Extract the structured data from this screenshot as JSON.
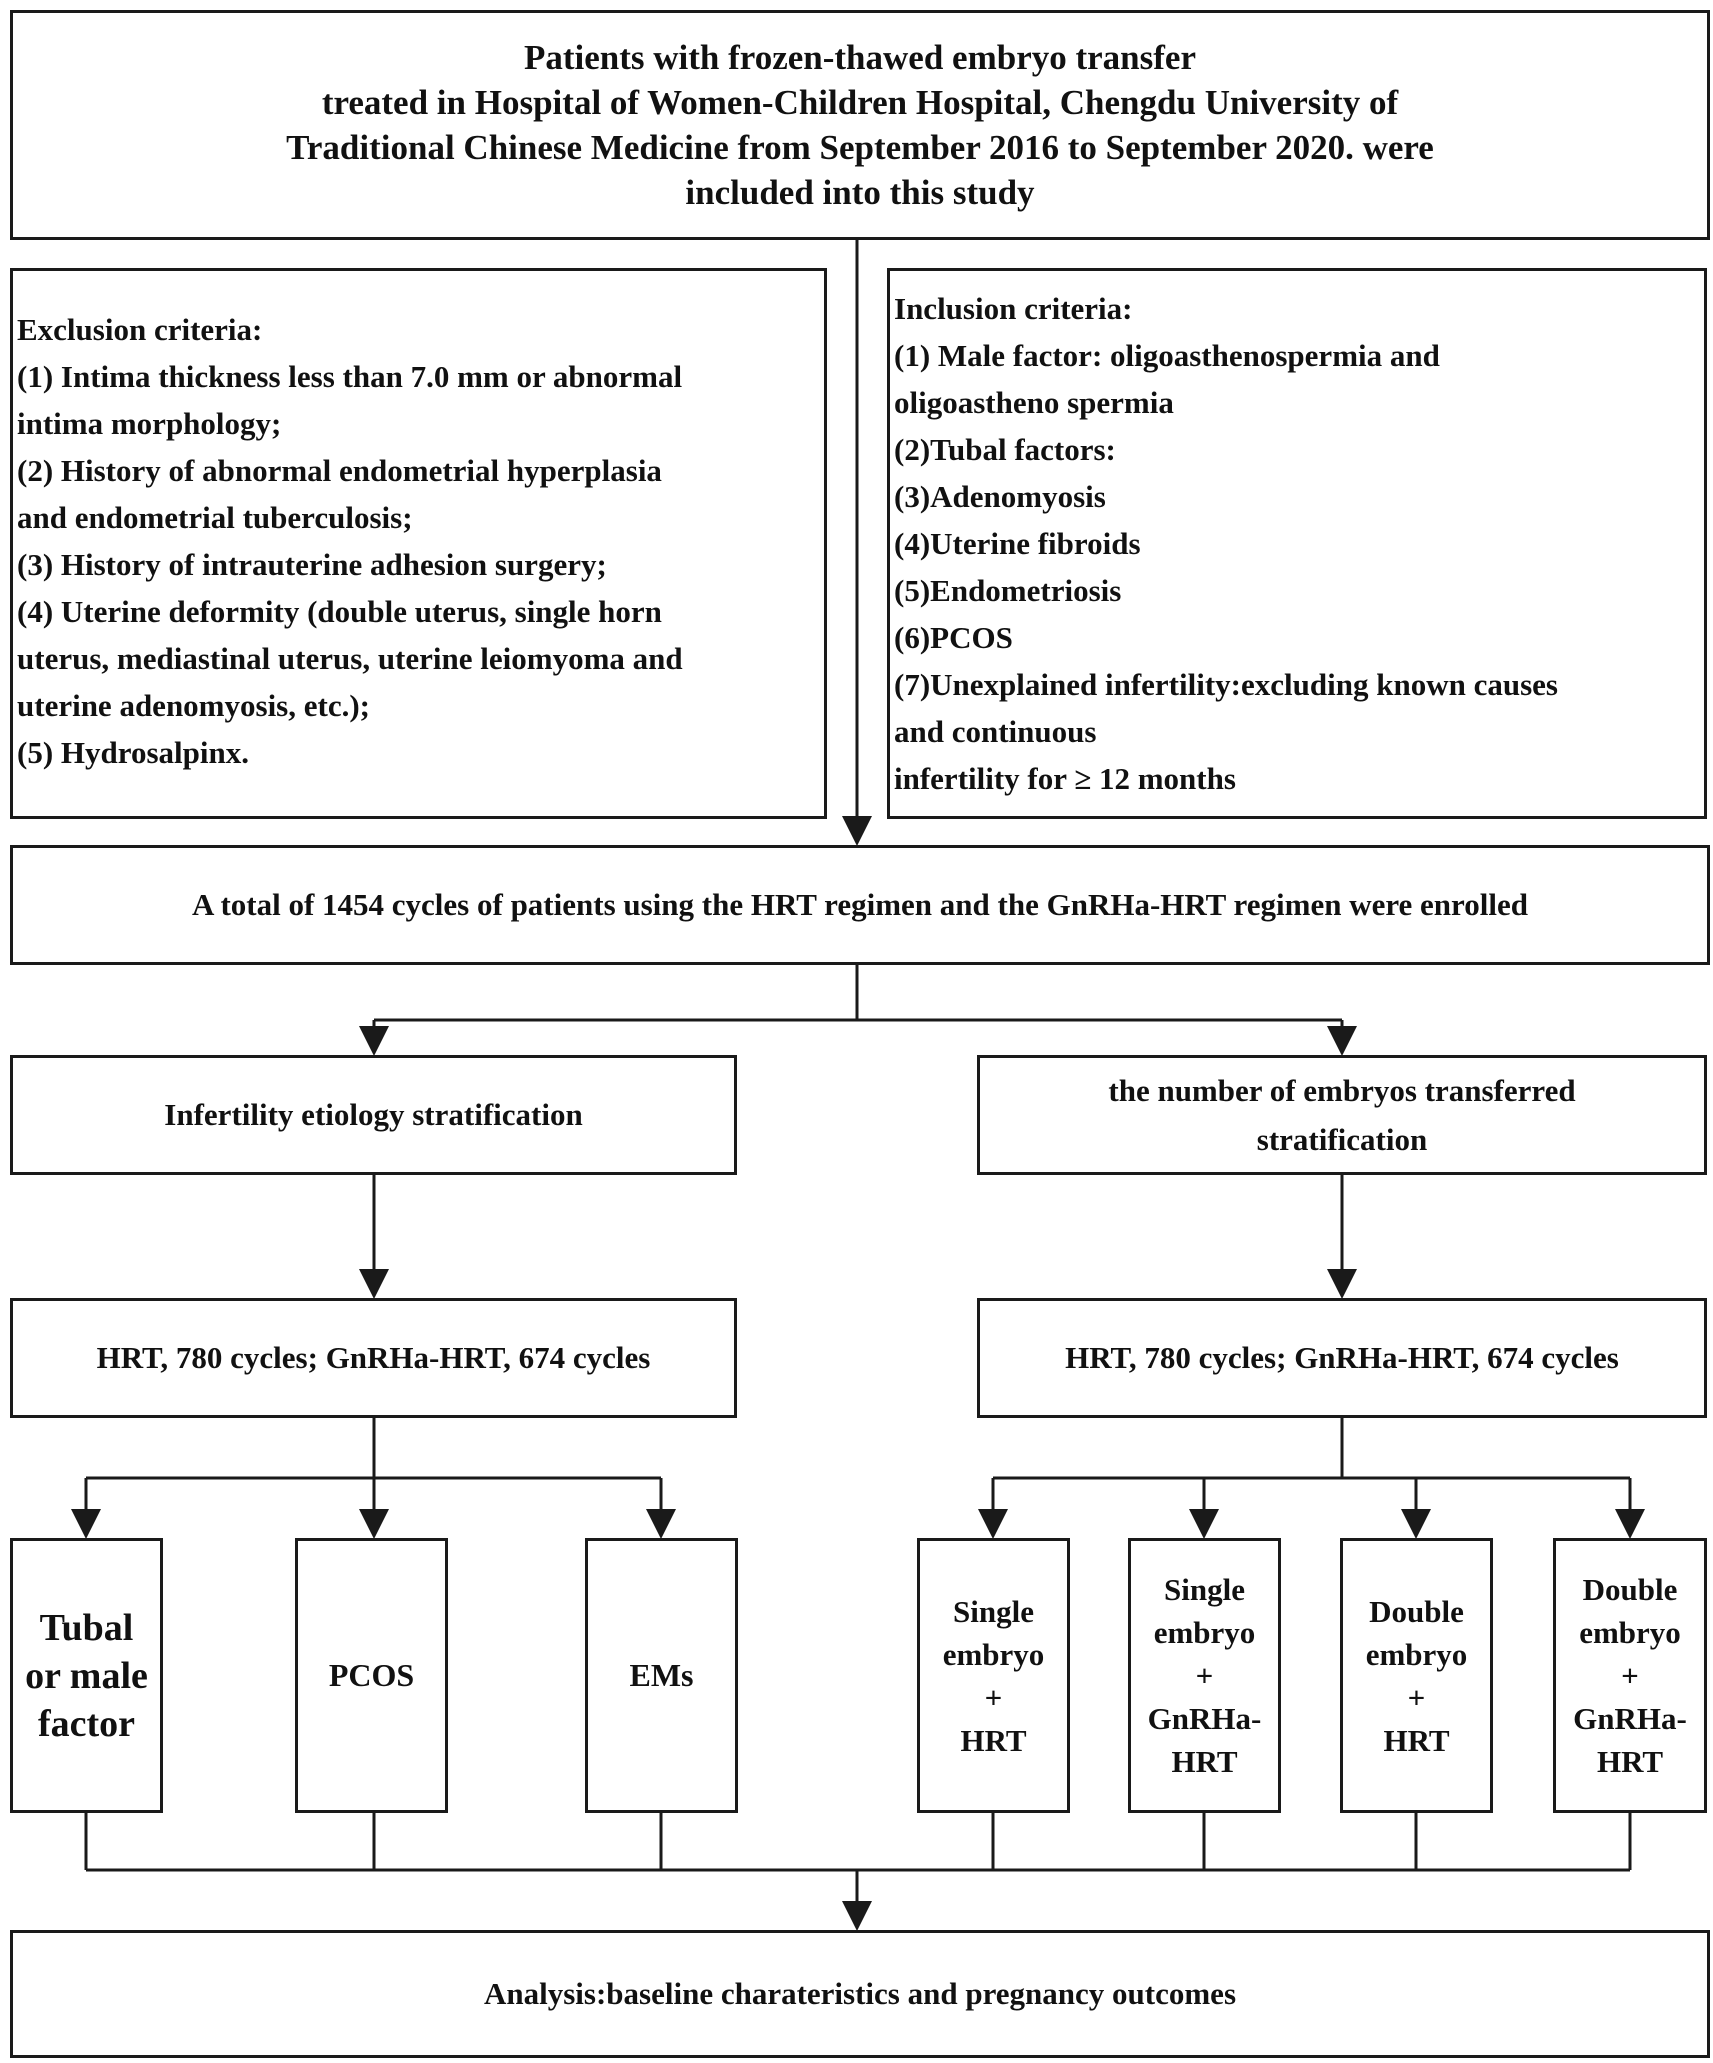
{
  "top": {
    "lines": [
      "Patients with frozen-thawed embryo transfer",
      "treated in Hospital of Women-Children Hospital, Chengdu University of",
      "Traditional Chinese Medicine from September 2016 to September 2020. were",
      "included into this study"
    ]
  },
  "exclusion": {
    "lines": [
      "Exclusion criteria:",
      "(1) Intima thickness less than 7.0 mm or  abnormal",
      "intima morphology;",
      "(2) History of  abnormal endometrial hyperplasia",
      "and endometrial tuberculosis;",
      "(3) History of intrauterine adhesion surgery;",
      "(4) Uterine deformity (double uterus, single  horn",
      "uterus, mediastinal uterus, uterine  leiomyoma and",
      "uterine adenomyosis, etc.);",
      "(5) Hydrosalpinx."
    ]
  },
  "inclusion": {
    "lines": [
      "Inclusion criteria:",
      "(1) Male factor: oligoasthenospermia and",
      "oligoastheno spermia",
      "(2)Tubal factors:",
      "(3)Adenomyosis",
      "(4)Uterine fibroids",
      "(5)Endometriosis",
      "(6)PCOS",
      "(7)Unexplained infertility:excluding known causes",
      "and continuous",
      "infertility for ≥ 12 months"
    ]
  },
  "enrolled": {
    "text": "A total of 1454 cycles of patients using the HRT regimen and the GnRHa-HRT regimen were enrolled"
  },
  "strat_left": {
    "text": "Infertility etiology stratification"
  },
  "strat_right": {
    "lines": [
      "the number of embryos transferred",
      "stratification"
    ]
  },
  "hrt_left": {
    "text": "HRT, 780 cycles; GnRHa-HRT, 674 cycles"
  },
  "hrt_right": {
    "text": "HRT, 780 cycles; GnRHa-HRT, 674 cycles"
  },
  "groups_left": [
    {
      "lines": [
        "Tubal",
        "or male",
        "factor"
      ]
    },
    {
      "lines": [
        "PCOS"
      ]
    },
    {
      "lines": [
        "EMs"
      ]
    }
  ],
  "groups_right": [
    {
      "lines": [
        "Single",
        "embryo",
        "+",
        "HRT"
      ]
    },
    {
      "lines": [
        "Single",
        "embryo",
        "+",
        "GnRHa-",
        "HRT"
      ]
    },
    {
      "lines": [
        "Double",
        "embryo",
        "+",
        "HRT"
      ]
    },
    {
      "lines": [
        "Double",
        "embryo",
        "+",
        "GnRHa-",
        "HRT"
      ]
    }
  ],
  "analysis": {
    "text": "Analysis:baseline charateristics and pregnancy outcomes"
  },
  "colors": {
    "line": "#1a1a1a",
    "background": "#ffffff"
  }
}
